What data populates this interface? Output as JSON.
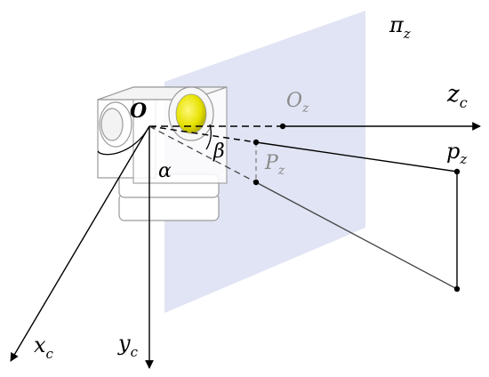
{
  "labels": {
    "origin": "O",
    "plane": "π",
    "plane_sub": "z",
    "axis_z": "z",
    "axis_z_sub": "c",
    "axis_x": "x",
    "axis_x_sub": "c",
    "axis_y": "y",
    "axis_y_sub": "c",
    "plane_center": "O",
    "plane_center_sub": "z",
    "projected_point": "P",
    "projected_point_sub": "z",
    "world_point": "p",
    "world_point_sub": "z",
    "angle_alpha": "α",
    "angle_beta": "β"
  },
  "colors": {
    "plane_fill": "#dfe3f3",
    "axis": "#000000",
    "ray": "#444444",
    "guide_dash": "#777777",
    "camera_outline": "#9a9a9a",
    "lens_yellow": "#e6e200",
    "faint_text": "#8a8a8a"
  }
}
